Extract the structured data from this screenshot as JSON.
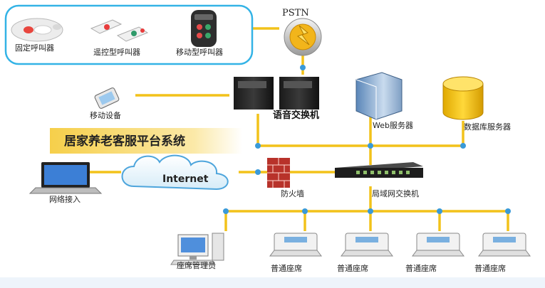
{
  "devices_group": {
    "fixed_caller": "固定呼叫器",
    "remote_caller": "遥控型呼叫器",
    "mobile_caller": "移动型呼叫器"
  },
  "pstn": "PSTN",
  "mobile_device": "移动设备",
  "voice_switch": "语音交换机",
  "platform_banner": "居家养老客服平台系统",
  "web_server": "Web服务器",
  "db_server": "数据库服务器",
  "network_access": "网络接入",
  "internet": "Internet",
  "firewall": "防火墙",
  "lan_switch": "局域网交换机",
  "seat_admin": "座席管理员",
  "seats": [
    "普通座席",
    "普通座席",
    "普通座席",
    "普通座席"
  ],
  "colors": {
    "link_line": "#f2c21a",
    "node_dot": "#3a9ad9",
    "group_border": "#33b3e6",
    "banner_bg": "#f7dc7a"
  }
}
